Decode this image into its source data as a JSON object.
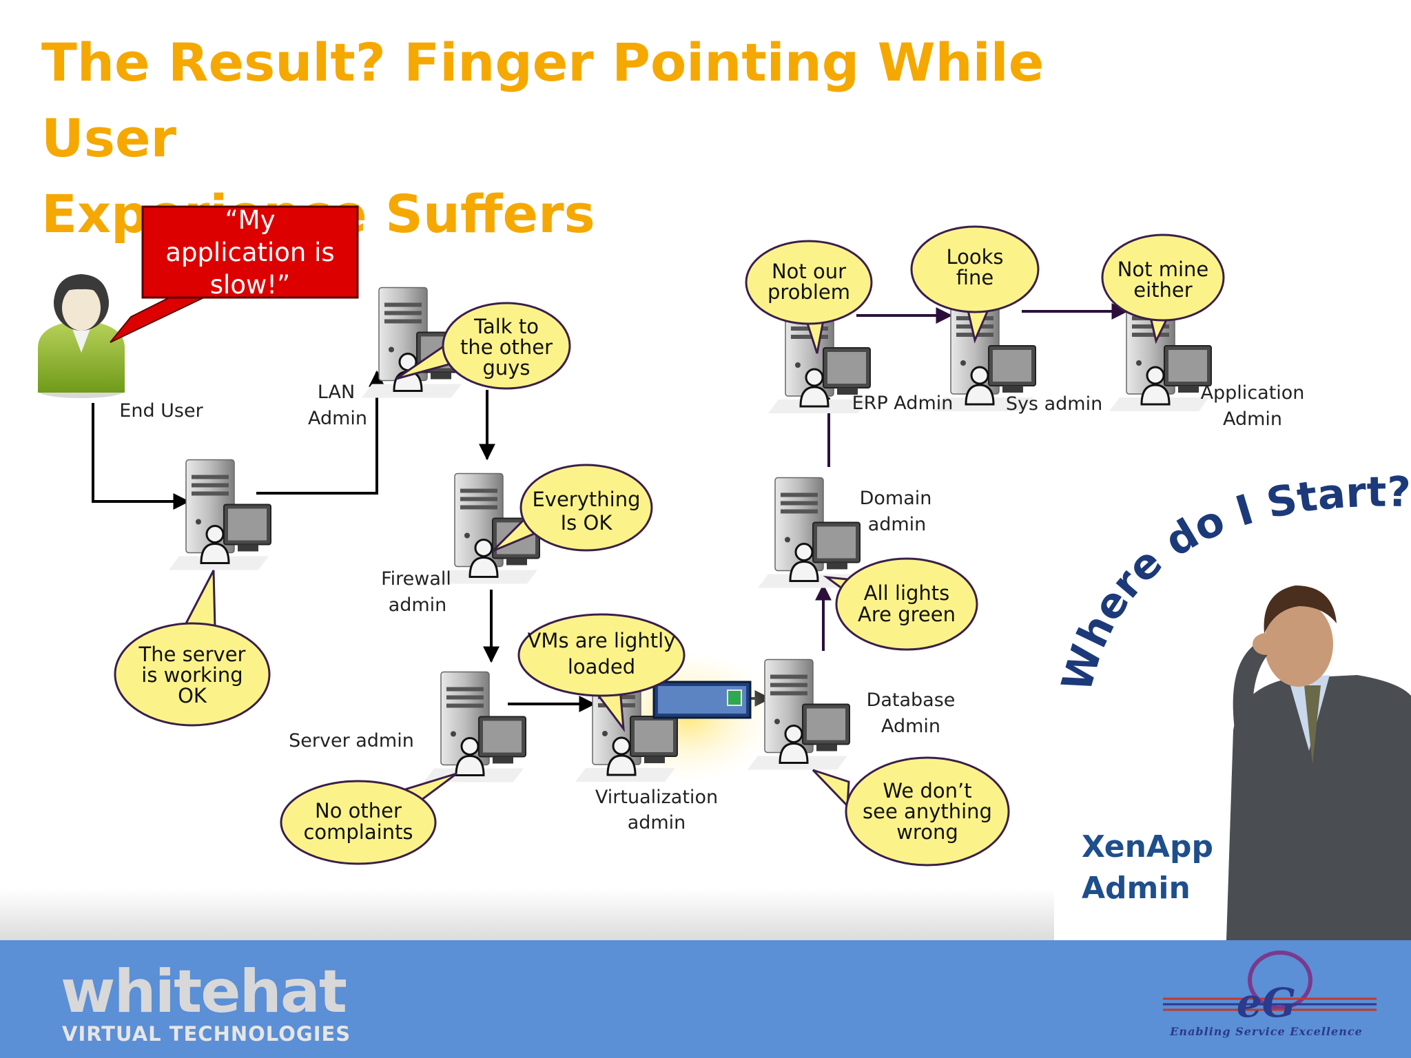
{
  "slide": {
    "title_line1": "The Result? Finger Pointing While User",
    "title_line2": "Experience Suffers"
  },
  "callout": {
    "line1": "“My",
    "line2": "application is",
    "line3": "slow!”"
  },
  "nodes": {
    "end_user": "End User",
    "lan_admin": [
      "LAN",
      "Admin"
    ],
    "firewall_admin": [
      "Firewall",
      "admin"
    ],
    "server_admin": "Server admin",
    "virtualization_admin": [
      "Virtualization",
      "admin"
    ],
    "database_admin": [
      "Database",
      "Admin"
    ],
    "domain_admin": [
      "Domain",
      "admin"
    ],
    "erp_admin": "ERP Admin",
    "sys_admin": "Sys admin",
    "application_admin": [
      "Application",
      "Admin"
    ]
  },
  "bubbles": {
    "server_working": [
      "The server",
      "is working",
      "OK"
    ],
    "talk_to_others": [
      "Talk to",
      "the other",
      "guys"
    ],
    "everything_ok": [
      "Everything",
      "Is  OK"
    ],
    "no_complaints": [
      "No other",
      "complaints"
    ],
    "vms_loaded": [
      "VMs are lightly",
      "loaded"
    ],
    "nothing_wrong": [
      "We don’t",
      "see anything",
      "wrong"
    ],
    "lights_green": [
      "All lights",
      "Are green"
    ],
    "not_our_problem": [
      "Not our",
      "problem"
    ],
    "looks_fine": [
      "Looks",
      "fine"
    ],
    "not_mine": [
      "Not mine",
      "either"
    ]
  },
  "side_panel": {
    "arc_text": "Where do I Start?",
    "xenapp_line1": "XenApp",
    "xenapp_line2": "Admin"
  },
  "footer": {
    "brand_name": "whitehat",
    "brand_tagline": "VIRTUAL TECHNOLOGIES",
    "partner_logo": "eG",
    "partner_slogan": "Enabling Service Excellence"
  },
  "colors": {
    "title": "#f5a800",
    "bubble_fill": "#fbf38a",
    "bubble_stroke": "#3a1f4a",
    "callout_fill": "#dd0000",
    "footer": "#5b8fd6",
    "xenapp_label": "#1f4e8c",
    "arc_text": "#1c3a7a"
  },
  "icons": [
    "user-icon",
    "server-with-admin-icon",
    "businessman-photo",
    "vmware-console-icon"
  ]
}
